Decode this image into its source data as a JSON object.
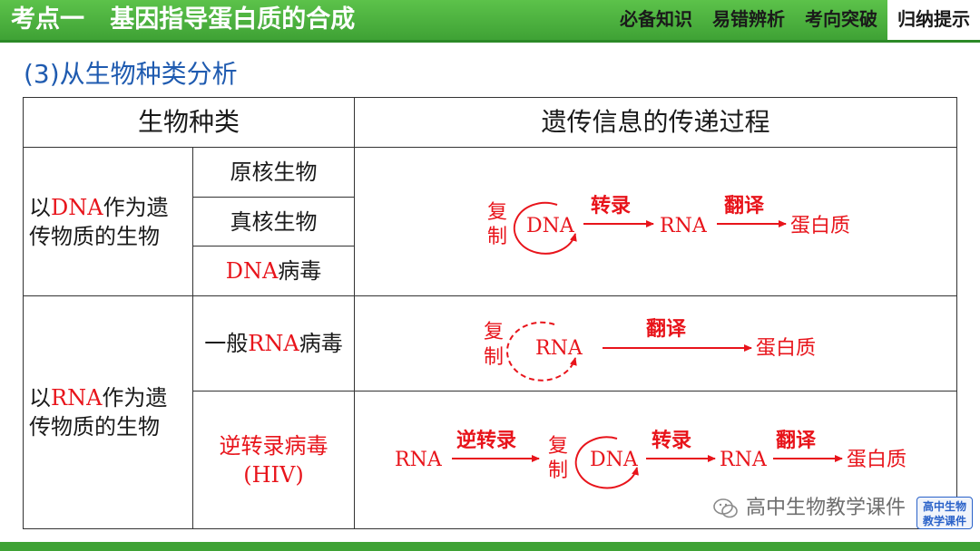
{
  "header": {
    "title": "考点一   基因指导蛋白质的合成",
    "tabs": [
      {
        "label": "必备知识",
        "active": false
      },
      {
        "label": "易错辨析",
        "active": false
      },
      {
        "label": "考向突破",
        "active": false
      },
      {
        "label": "归纳提示",
        "active": true
      }
    ]
  },
  "subtitle": "(3)从生物种类分析",
  "table": {
    "col1_header": "生物种类",
    "col2_header": "遗传信息的传递过程",
    "dna_group": {
      "label_pre": "以",
      "label_key": "DNA",
      "label_post_line1": "作为遗",
      "label_line2": "传物质的生物",
      "types": {
        "prokaryote": "原核生物",
        "eukaryote": "真核生物",
        "virus_key": "DNA",
        "virus_post": "病毒"
      }
    },
    "rna_group": {
      "label_pre": "以",
      "label_key": "RNA",
      "label_post_line1": "作为遗",
      "label_line2": "传物质的生物",
      "general_pre": "一般",
      "general_key": "RNA",
      "general_post": "病毒",
      "retro_line1": "逆转录病毒",
      "retro_line2": "(HIV)"
    },
    "flow": {
      "replication_char1": "复",
      "replication_char2": "制",
      "dna": "DNA",
      "rna": "RNA",
      "transcription": "转录",
      "translation": "翻译",
      "protein": "蛋白质",
      "reverse_transcription": "逆转录"
    }
  },
  "watermark": {
    "text": "高中生物教学课件",
    "logo_line1": "高中生物",
    "logo_line2": "教学课件"
  },
  "colors": {
    "header_green": "#3fa235",
    "flow_red": "#e8141b",
    "subtitle_blue": "#1f5bb0"
  }
}
